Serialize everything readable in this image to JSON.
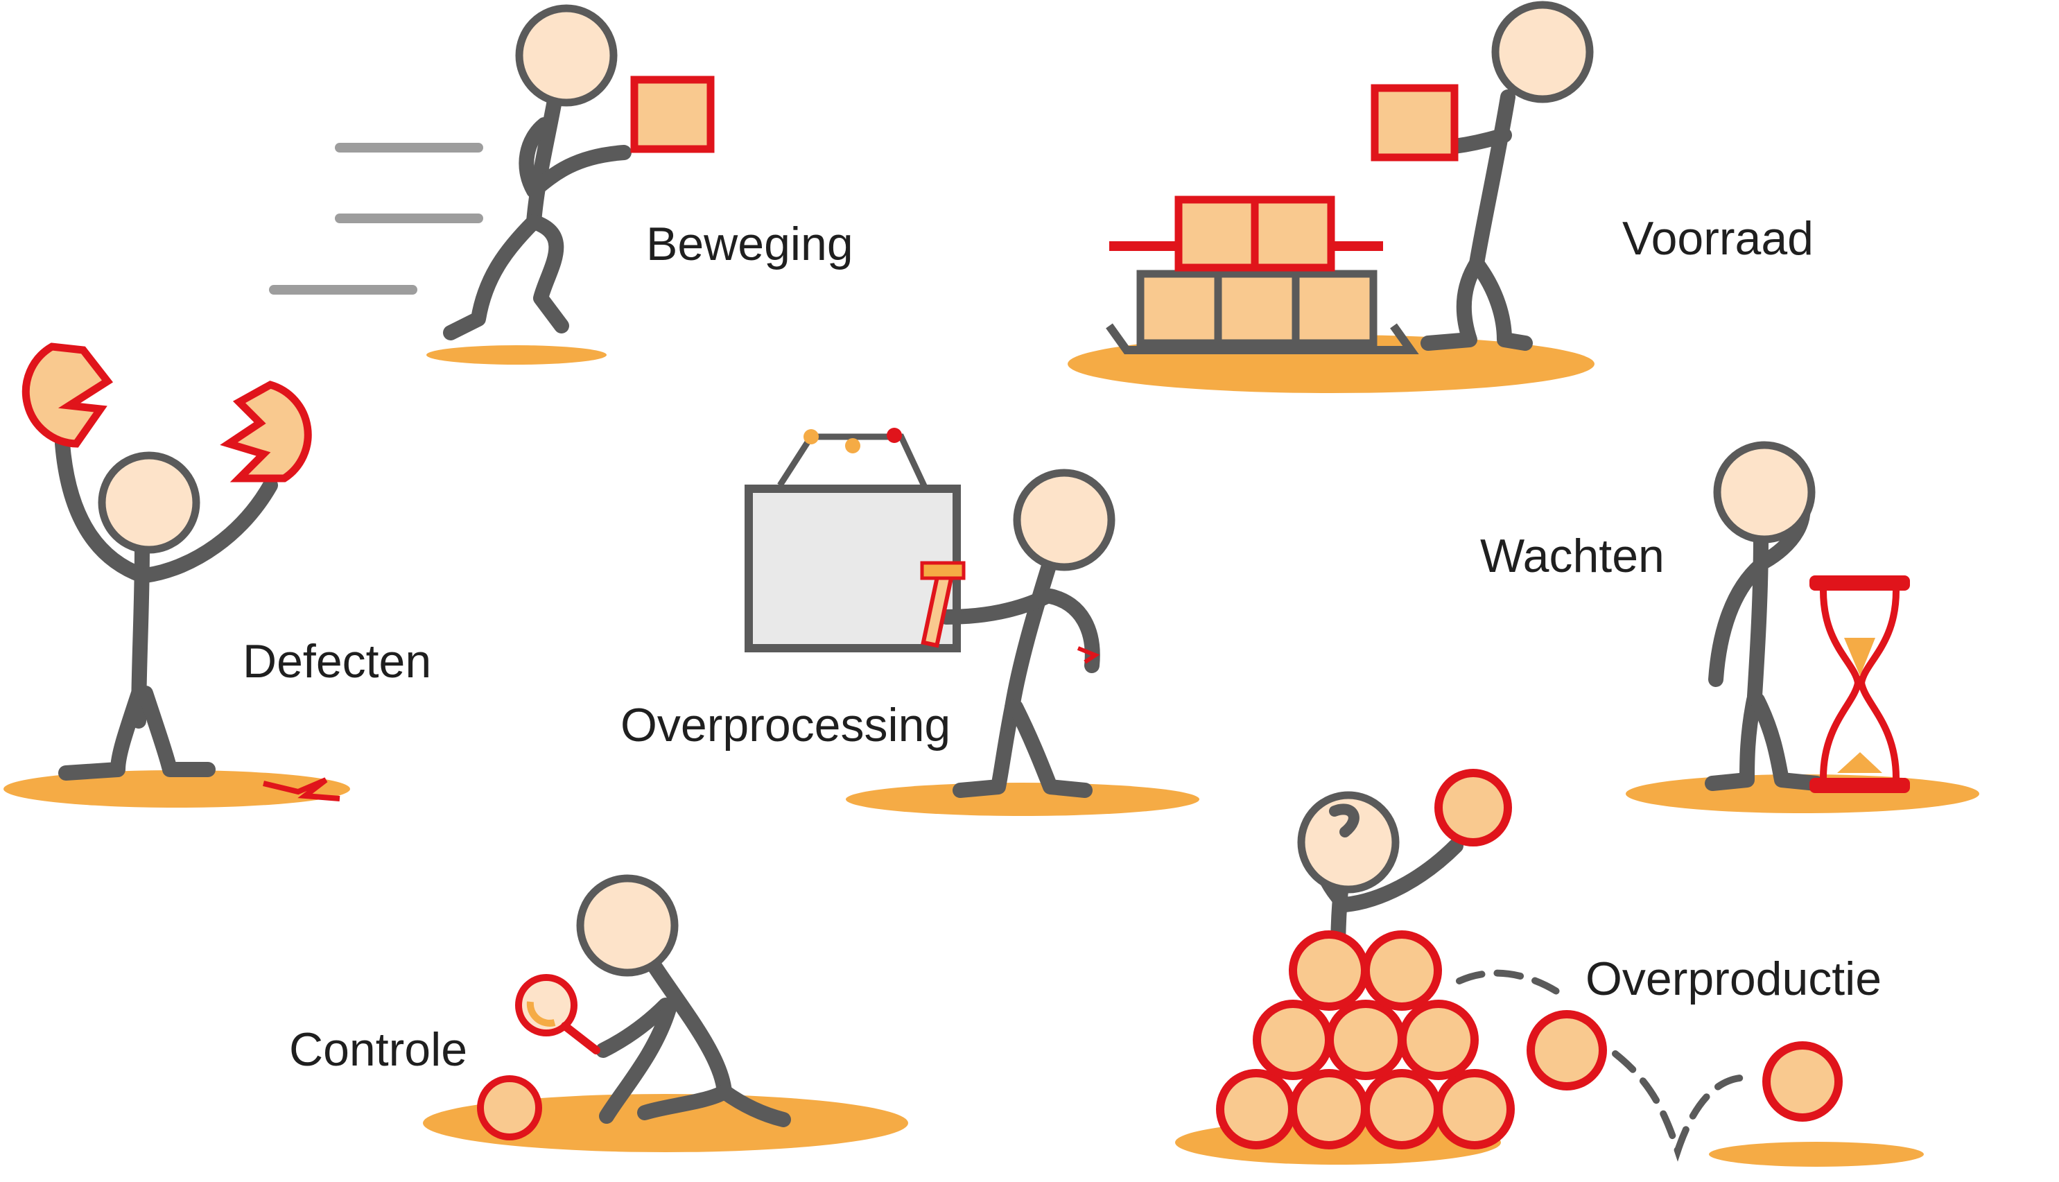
{
  "labels": {
    "beweging": "Beweging",
    "voorraad": "Voorraad",
    "defecten": "Defecten",
    "overprocessing": "Overprocessing",
    "wachten": "Wachten",
    "controle": "Controle",
    "overproductie": "Overproductie"
  },
  "colors": {
    "figure": "#5a5a5a",
    "head_fill": "#fde3c9",
    "accent_red": "#e0141b",
    "box_fill": "#f9c98f",
    "shadow": "#f5ab45",
    "board": "#e9e9e9",
    "speed_lines": "#9d9d9d"
  }
}
